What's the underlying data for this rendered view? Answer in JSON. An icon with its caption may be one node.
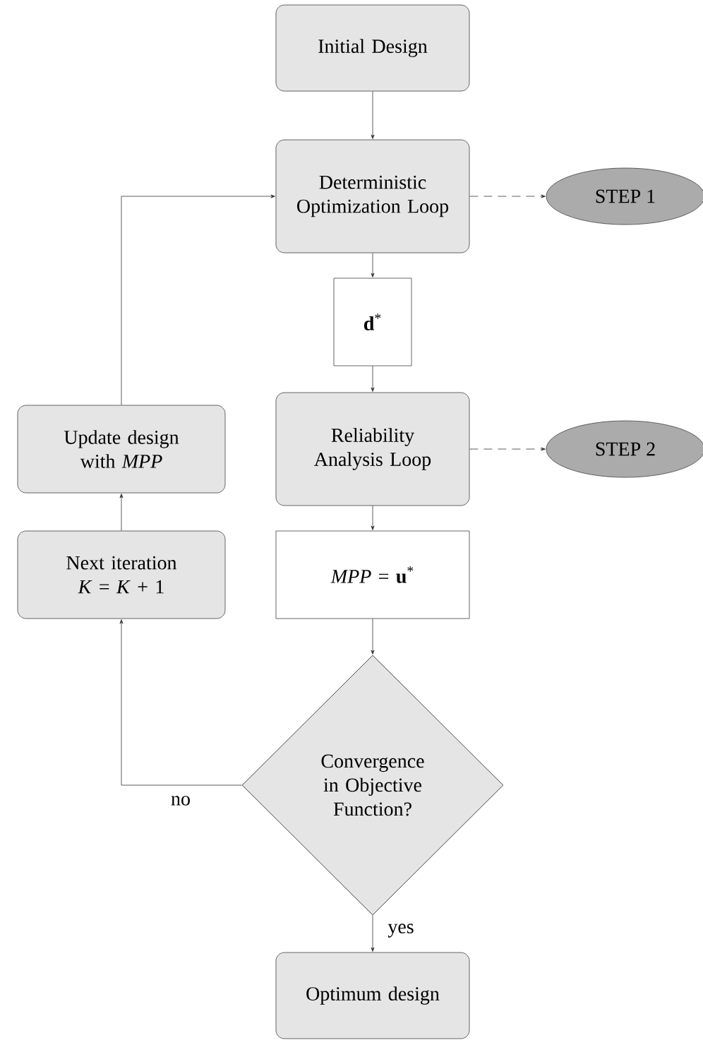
{
  "diagram": {
    "nodes": [
      {
        "text": [
          "Initial Design"
        ]
      },
      {
        "text": [
          "Deterministic Optimization Loop"
        ]
      },
      {
        "text": [
          "STEP 1"
        ]
      },
      {
        "text": [
          "**d**$^{*}$"
        ]
      },
      {
        "text": [
          "Reliability Analysis Loop"
        ]
      },
      {
        "text": [
          "STEP 2"
        ]
      },
      {
        "text": [
          "Update design with *MPP*"
        ]
      },
      {
        "text": [
          "*MPP* = **u**$^{*}$"
        ]
      },
      {
        "text": [
          "Next iteration *K* = *K* + 1"
        ]
      },
      {
        "text": [
          "Convergence in Objective Function?"
        ]
      },
      {
        "text": [
          "Optimum design"
        ]
      }
    ],
    "edges": [
      {
        "from": 0,
        "to": 1,
        "arrow": "to"
      },
      {
        "from": 1,
        "to": 2,
        "arrow": "to",
        "style": "dashed"
      },
      {
        "from": 1,
        "to": 3,
        "arrow": "to"
      },
      {
        "from": 3,
        "to": 4,
        "arrow": "to"
      },
      {
        "from": 4,
        "to": 5,
        "arrow": "to",
        "style": "dashed"
      },
      {
        "from": 4,
        "to": 7,
        "arrow": "to"
      },
      {
        "from": 7,
        "to": 9,
        "arrow": "to"
      },
      {
        "from": 9,
        "to": 8,
        "arrow": "to",
        "label": "no"
      },
      {
        "from": 8,
        "to": 6,
        "arrow": "to"
      },
      {
        "from": 6,
        "to": 1,
        "arrow": "to"
      },
      {
        "from": 9,
        "to": 10,
        "arrow": "to",
        "label": "yes"
      }
    ]
  }
}
